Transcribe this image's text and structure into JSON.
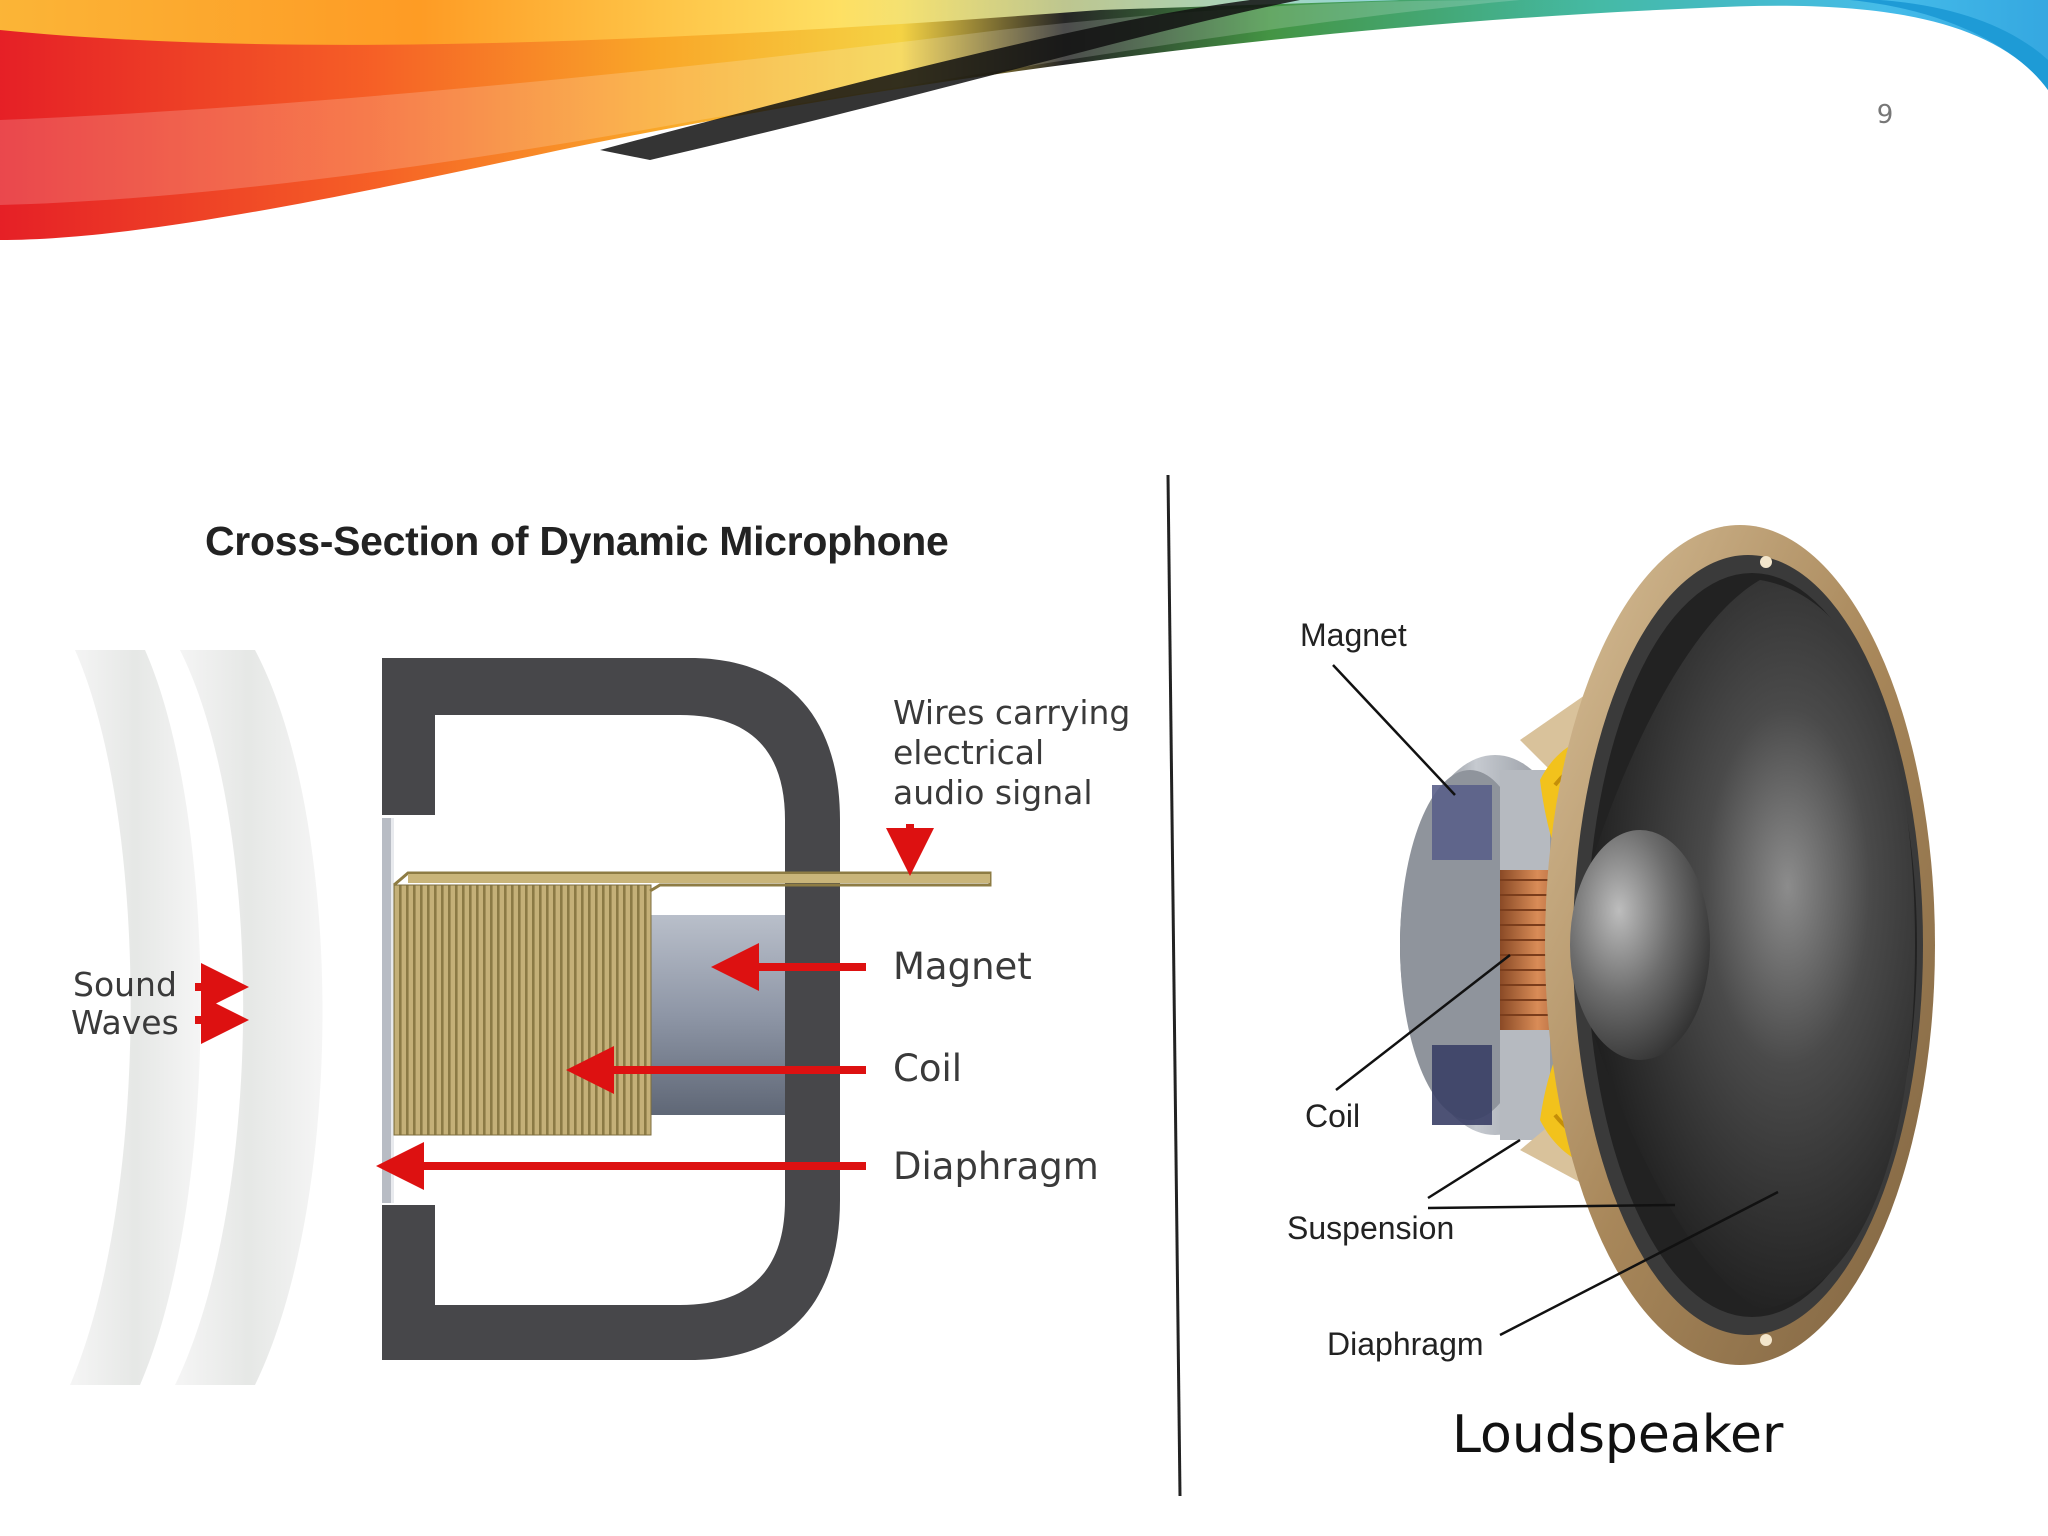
{
  "slide": {
    "number": "9"
  },
  "microphone": {
    "title": "Cross-Section of Dynamic Microphone",
    "labels": {
      "sound": "Sound",
      "waves": "Waves",
      "wires_line1": "Wires carrying",
      "wires_line2": "electrical",
      "wires_line3": "audio signal",
      "magnet": "Magnet",
      "coil": "Coil",
      "diaphragm": "Diaphragm"
    }
  },
  "speaker": {
    "labels": {
      "magnet": "Magnet",
      "coil": "Coil",
      "suspension": "Suspension",
      "diaphragm": "Diaphragm"
    },
    "caption": "Loudspeaker"
  },
  "colors": {
    "arrow_red": "#dd1111",
    "mic_housing": "#47474a",
    "coil_gold": "#b9a46a",
    "speaker_rim": "#b89a68",
    "speaker_gold": "#f2c21c"
  }
}
